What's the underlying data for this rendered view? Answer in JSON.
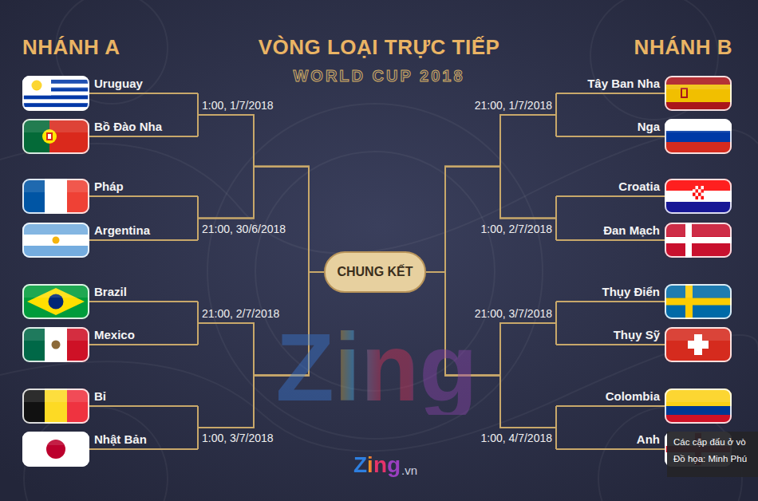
{
  "diagram": {
    "title": "VÒNG LOẠI TRỰC TIẾP",
    "nodes": [
      {
        "text": [
          "Uruguay"
        ]
      },
      {
        "text": [
          "Bồ Đào Nha"
        ]
      },
      {
        "text": [
          "Pháp"
        ]
      },
      {
        "text": [
          "Argentina"
        ]
      },
      {
        "text": [
          "Brazil"
        ]
      },
      {
        "text": [
          "Mexico"
        ]
      },
      {
        "text": [
          "Bỉ"
        ]
      },
      {
        "text": [
          "Nhật Bản"
        ]
      },
      {
        "text": [
          "Tây Ban Nha"
        ]
      },
      {
        "text": [
          "Nga"
        ]
      },
      {
        "text": [
          "Croatia"
        ]
      },
      {
        "text": [
          "Đan Mạch"
        ]
      },
      {
        "text": [
          "Thụy Điển"
        ]
      },
      {
        "text": [
          "Thụy Sỹ"
        ]
      },
      {
        "text": [
          "Colombia"
        ]
      },
      {
        "text": [
          "Anh"
        ]
      },
      {
        "text": [
          "CHUNG KẾT"
        ]
      }
    ],
    "edges": [
      {
        "from": 0,
        "to": 16,
        "arrow": "none"
      },
      {
        "from": 1,
        "to": 16,
        "arrow": "none"
      },
      {
        "from": 2,
        "to": 16,
        "arrow": "none"
      },
      {
        "from": 3,
        "to": 16,
        "arrow": "none"
      },
      {
        "from": 4,
        "to": 16,
        "arrow": "none"
      },
      {
        "from": 5,
        "to": 16,
        "arrow": "none"
      },
      {
        "from": 6,
        "to": 16,
        "arrow": "none"
      },
      {
        "from": 7,
        "to": 16,
        "arrow": "none"
      },
      {
        "from": 8,
        "to": 16,
        "arrow": "none"
      },
      {
        "from": 9,
        "to": 16,
        "arrow": "none"
      },
      {
        "from": 10,
        "to": 16,
        "arrow": "none"
      },
      {
        "from": 11,
        "to": 16,
        "arrow": "none"
      },
      {
        "from": 12,
        "to": 16,
        "arrow": "none"
      },
      {
        "from": 13,
        "to": 16,
        "arrow": "none"
      },
      {
        "from": 14,
        "to": 16,
        "arrow": "none"
      },
      {
        "from": 15,
        "to": 16,
        "arrow": "none"
      }
    ],
    "labels": [
      "NHÁNH A",
      "WORLD CUP 2018",
      "NHÁNH B",
      "1:00, 1/7/2018",
      "21:00, 30/6/2018",
      "21:00, 2/7/2018",
      "1:00, 3/7/2018",
      "21:00, 1/7/2018",
      "1:00, 2/7/2018",
      "21:00, 3/7/2018",
      "1:00, 4/7/2018",
      "Zing",
      "Zing",
      ".vn",
      "Các cặp đấu ở vò",
      "Đồ họa: Minh Phú"
    ]
  }
}
